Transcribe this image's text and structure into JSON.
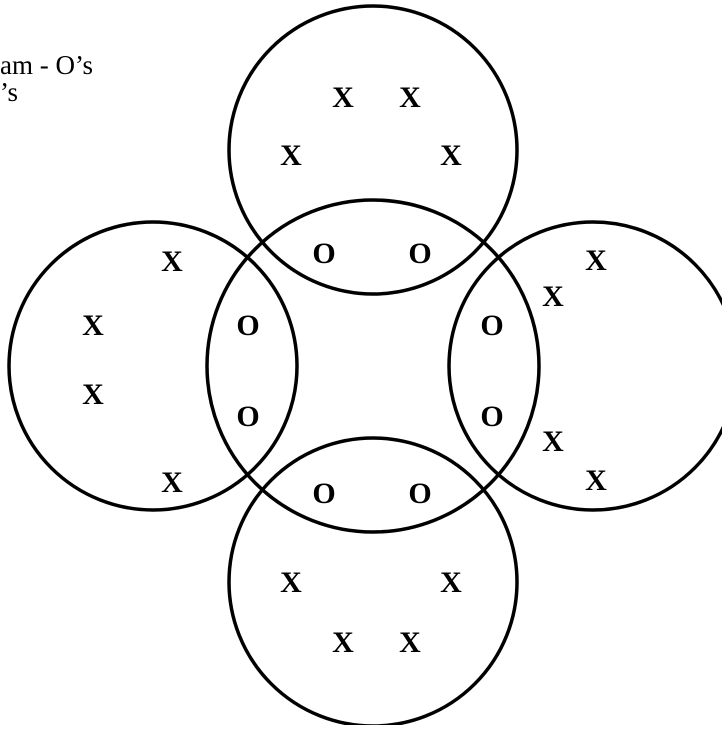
{
  "caption": {
    "line1": "am - O’s",
    "line2": "’s"
  },
  "diagram": {
    "x_mark": "X",
    "o_mark": "O",
    "stroke_color": "#000000",
    "background_color": "#ffffff"
  }
}
